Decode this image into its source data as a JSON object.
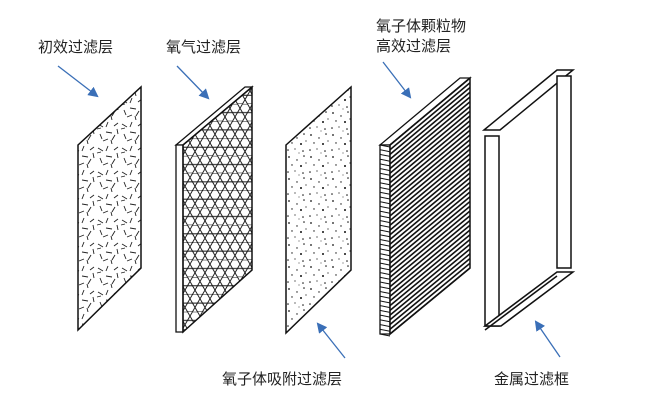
{
  "labels": {
    "primary": "初效过滤层",
    "oxygen": "氧气过滤层",
    "particle_line1": "氧子体颗粒物",
    "particle_line2": "高效过滤层",
    "adsorption": "氧子体吸附过滤层",
    "frame": "金属过滤框"
  },
  "colors": {
    "arrow": "#3a6fb7",
    "stroke": "#111111",
    "fill": "#ffffff"
  },
  "icons": {
    "arrow": "arrow-icon"
  }
}
